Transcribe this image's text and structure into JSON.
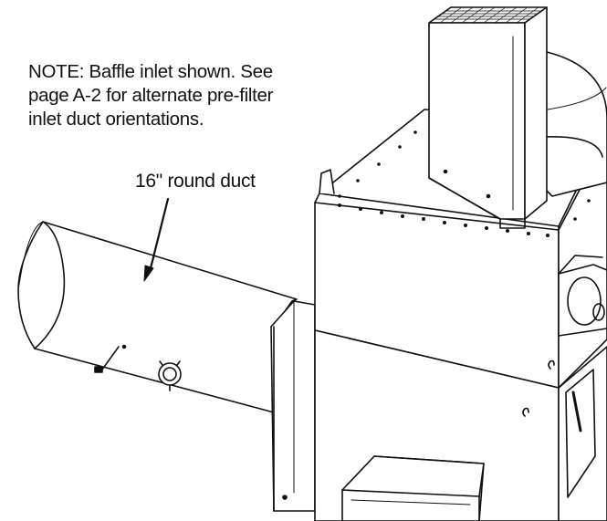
{
  "note": {
    "lines": [
      "NOTE:  Baffle inlet shown.  See",
      "page A-2 for alternate pre-filter",
      "inlet duct orientations."
    ]
  },
  "callout": {
    "label": "16\" round duct"
  }
}
